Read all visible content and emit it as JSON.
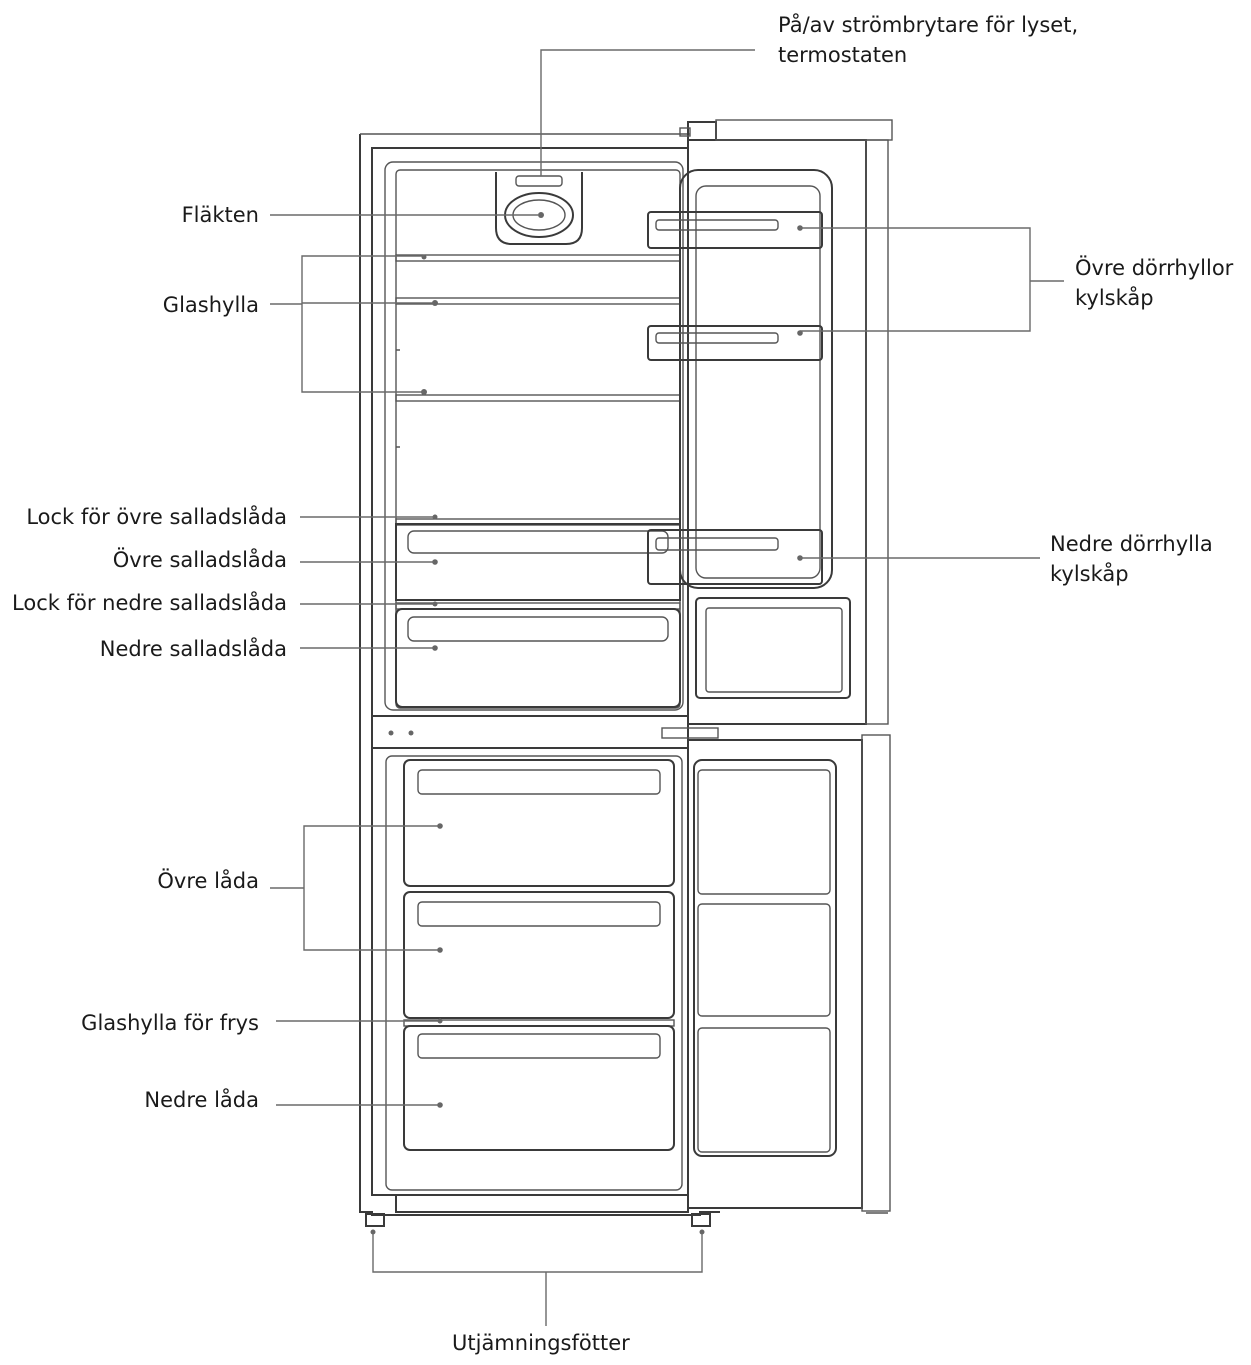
{
  "labels": {
    "switch_line1": "På/av strömbrytare för lyset,",
    "switch_line2": "termostaten",
    "fan": "Fläkten",
    "glass_shelf": "Glashylla",
    "upper_door_shelves_line1": "Övre dörrhyllor",
    "upper_door_shelves_line2": "kylskåp",
    "lid_upper_crisper": "Lock för övre salladslåda",
    "upper_crisper": "Övre salladslåda",
    "lower_door_shelf_line1": "Nedre dörrhylla",
    "lower_door_shelf_line2": "kylskåp",
    "lid_lower_crisper": "Lock för nedre salladslåda",
    "lower_crisper": "Nedre salladslåda",
    "upper_drawer": "Övre låda",
    "freezer_glass_shelf": "Glashylla för frys",
    "lower_drawer": "Nedre låda",
    "leveling_feet": "Utjämningsfötter"
  },
  "colors": {
    "outline": "#3a3a3a",
    "leader": "#6a6a6a",
    "text": "#1a1a1a"
  }
}
